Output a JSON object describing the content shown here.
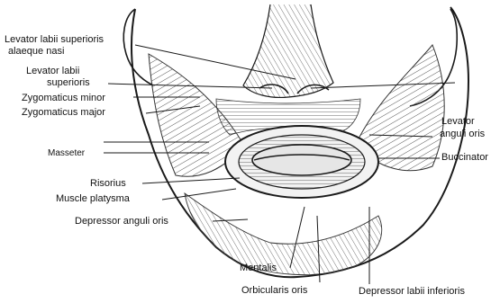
{
  "figure": {
    "subject": "Facial muscles of the lower face and mouth region (anterior view)"
  },
  "labels": {
    "levator_labii_sup_alaeque_nasi": [
      "Levator labii superioris",
      "alaeque nasi"
    ],
    "levator_labii_sup": [
      "Levator labii",
      "superioris"
    ],
    "zygomaticus_minor": "Zygomaticus minor",
    "zygomaticus_major": "Zygomaticus major",
    "masseter": "Masseter",
    "risorius": "Risorius",
    "muscle_platysma": "Muscle platysma",
    "depressor_anguli_oris": "Depressor anguli oris",
    "mentalis": "Mentalis",
    "orbicularis_oris": "Orbicularis oris",
    "depressor_labii_inferioris": "Depressor labii inferioris",
    "levator_anguli_oris": [
      "Levator",
      "anguli oris"
    ],
    "buccinator": "Buccinator"
  },
  "colors": {
    "ink": "#1a1a1a",
    "paper": "#ffffff",
    "shade": "#9a9a9a"
  }
}
